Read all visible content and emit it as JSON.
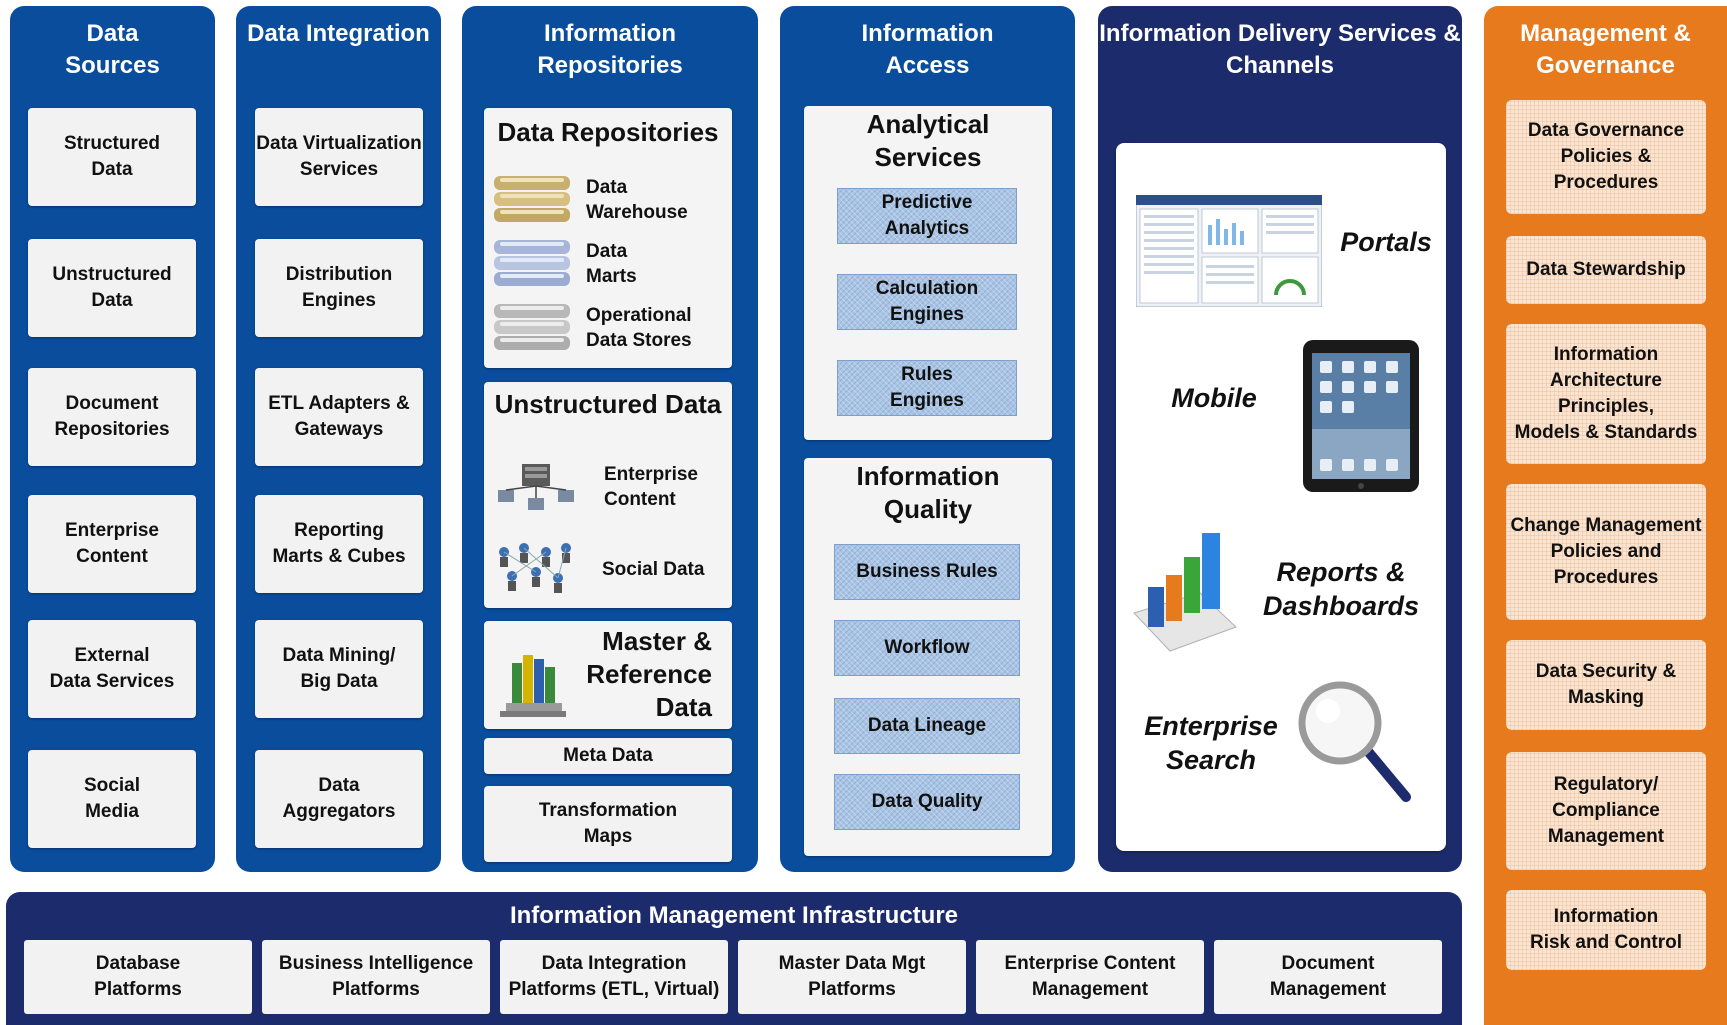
{
  "colors": {
    "column_blue": "#0a4d9c",
    "delivery_navy": "#1c2b6b",
    "infrastructure_navy": "#1c2b6b",
    "governance_orange": "#e87a1e",
    "box_gray": "#f2f2f2",
    "service_blue": "#a9c4e4",
    "governance_peach": "#fbe4d0"
  },
  "data_sources": {
    "title": "Data\nSources",
    "items": [
      "Structured\nData",
      "Unstructured\nData",
      "Document\nRepositories",
      "Enterprise\nContent",
      "External\nData Services",
      "Social\nMedia"
    ]
  },
  "data_integration": {
    "title": "Data Integration",
    "items": [
      "Data Virtualization\nServices",
      "Distribution\nEngines",
      "ETL Adapters  &\nGateways",
      "Reporting\nMarts & Cubes",
      "Data Mining/\nBig Data",
      "Data\nAggregators"
    ]
  },
  "information_repositories": {
    "title": "Information\nRepositories",
    "data_repositories": {
      "title": "Data Repositories",
      "items": [
        {
          "label": "Data\nWarehouse",
          "icon": "gold-database-icon"
        },
        {
          "label": "Data\nMarts",
          "icon": "blue-database-icon"
        },
        {
          "label": "Operational\nData Stores",
          "icon": "gray-database-icon"
        }
      ]
    },
    "unstructured_data": {
      "title": "Unstructured Data",
      "items": [
        {
          "label": "Enterprise\nContent",
          "icon": "network-servers-icon"
        },
        {
          "label": "Social Data",
          "icon": "people-network-icon"
        }
      ]
    },
    "master_reference": {
      "title": "Master &\nReference\nData",
      "icon": "books-stack-icon"
    },
    "meta_data": "Meta Data",
    "transformation_maps": "Transformation\nMaps"
  },
  "information_access": {
    "title": "Information\nAccess",
    "analytical_services": {
      "title": "Analytical\nServices",
      "items": [
        "Predictive\nAnalytics",
        "Calculation\nEngines",
        "Rules\nEngines"
      ]
    },
    "information_quality": {
      "title": "Information\nQuality",
      "items": [
        "Business Rules",
        "Workflow",
        "Data Lineage",
        "Data Quality"
      ]
    }
  },
  "delivery": {
    "title": "Information Delivery Services &\nChannels",
    "channels": [
      {
        "label": "Portals",
        "icon": "portal-screenshot-icon"
      },
      {
        "label": "Mobile",
        "icon": "tablet-icon"
      },
      {
        "label": "Reports &\nDashboards",
        "icon": "bar-chart-icon"
      },
      {
        "label": "Enterprise\nSearch",
        "icon": "magnifying-glass-icon"
      }
    ]
  },
  "governance": {
    "title": "Management &\nGovernance",
    "items": [
      "Data Governance\nPolicies &\nProcedures",
      "Data Stewardship",
      "Information\nArchitecture Principles,\nModels & Standards",
      "Change Management\nPolicies and\nProcedures",
      "Data Security &\nMasking",
      "Regulatory/ Compliance\nManagement",
      "Information\nRisk and Control"
    ]
  },
  "infrastructure": {
    "title": "Information Management Infrastructure",
    "items": [
      "Database\nPlatforms",
      "Business Intelligence\nPlatforms",
      "Data Integration\nPlatforms (ETL, Virtual)",
      "Master Data Mgt\nPlatforms",
      "Enterprise Content\nManagement",
      "Document\nManagement"
    ]
  }
}
